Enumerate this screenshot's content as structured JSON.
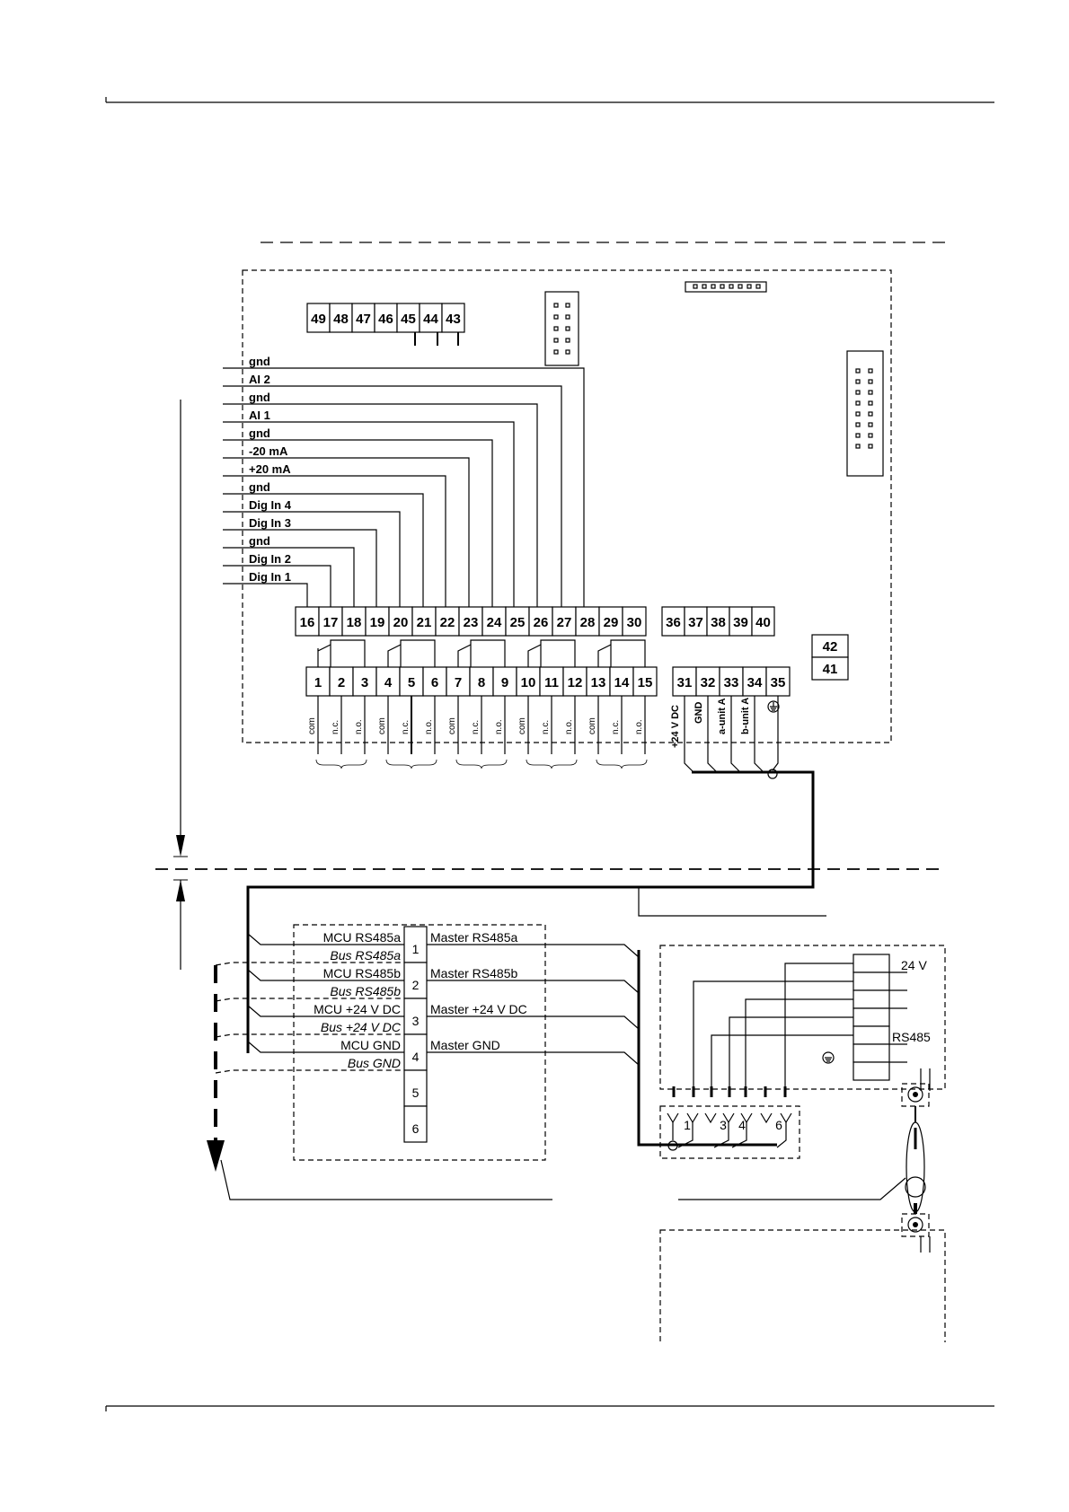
{
  "io_labels": [
    "gnd",
    "AI 2",
    "gnd",
    "AI 1",
    "gnd",
    "-20 mA",
    "+20 mA",
    "gnd",
    "Dig In 4",
    "Dig In 3",
    "gnd",
    "Dig In 2",
    "Dig In 1"
  ],
  "top_terminals": [
    "49",
    "48",
    "47",
    "46",
    "45",
    "44",
    "43"
  ],
  "mid_terminals": [
    "16",
    "17",
    "18",
    "19",
    "20",
    "21",
    "22",
    "23",
    "24",
    "25",
    "26",
    "27",
    "28",
    "29",
    "30"
  ],
  "mid_terminals_right": [
    "36",
    "37",
    "38",
    "39",
    "40"
  ],
  "side_terminals": [
    "42",
    "41"
  ],
  "relay_terminals": [
    "1",
    "2",
    "3",
    "4",
    "5",
    "6",
    "7",
    "8",
    "9",
    "10",
    "11",
    "12",
    "13",
    "14",
    "15"
  ],
  "power_terminals": [
    "31",
    "32",
    "33",
    "34",
    "35"
  ],
  "relay_labels": [
    "com",
    "n.c.",
    "n.o.",
    "com",
    "n.c.",
    "n.o.",
    "com",
    "n.c.",
    "n.o.",
    "com",
    "n.c.",
    "n.o.",
    "com",
    "n.c.",
    "n.o."
  ],
  "power_labels": [
    "+24 V DC",
    "GND",
    "a-unit A",
    "b-unit A"
  ],
  "connector": {
    "left_labels": [
      "MCU RS485a",
      "Bus RS485a",
      "MCU RS485b",
      "Bus RS485b",
      "MCU +24 V DC",
      "Bus +24 V DC",
      "MCU GND",
      "Bus GND"
    ],
    "pins": [
      "1",
      "2",
      "3",
      "4",
      "5",
      "6"
    ],
    "right_labels": [
      "Master RS485a",
      "Master RS485b",
      "Master +24 V DC",
      "Master GND"
    ]
  },
  "right_module": {
    "labels": [
      "24 V",
      "RS485"
    ],
    "pins": [
      "1",
      "3",
      "4",
      "6"
    ]
  },
  "colors": {
    "ink": "#000000",
    "paper": "#ffffff"
  }
}
